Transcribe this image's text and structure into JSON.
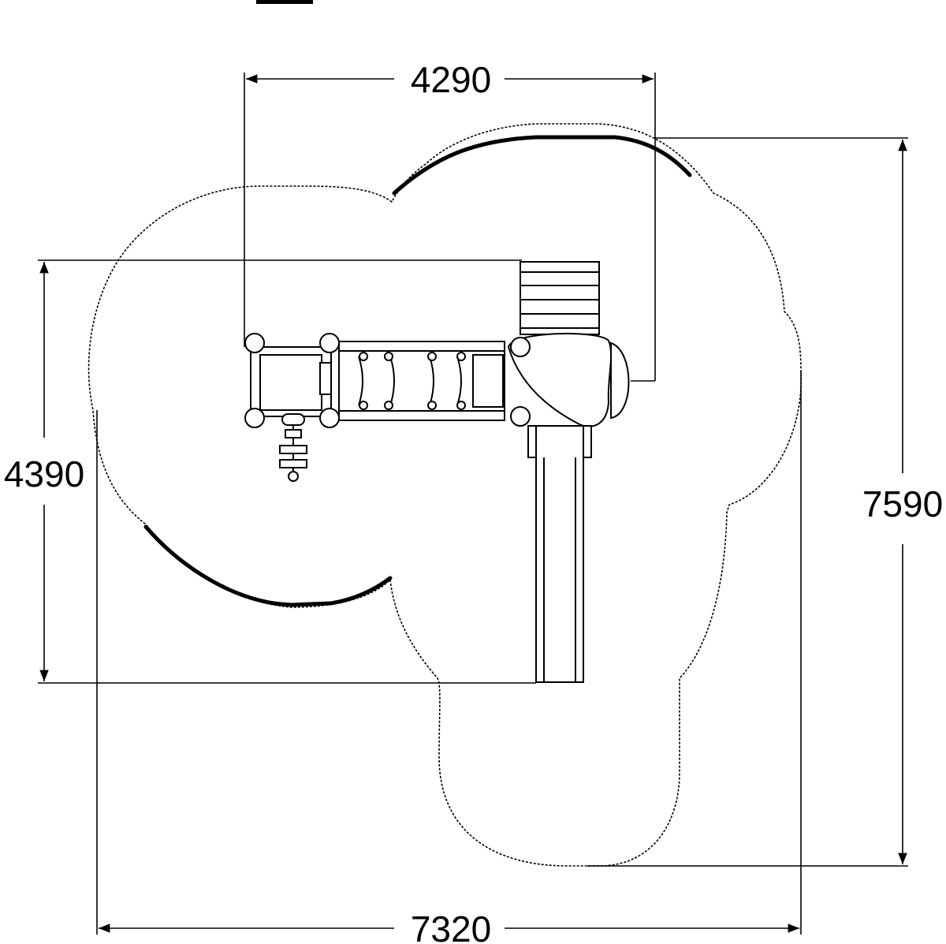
{
  "dimensions": {
    "top": "4290",
    "left": "4390",
    "right": "7590",
    "bottom": "7320"
  },
  "colors": {
    "line": "#000000",
    "background": "#ffffff"
  }
}
